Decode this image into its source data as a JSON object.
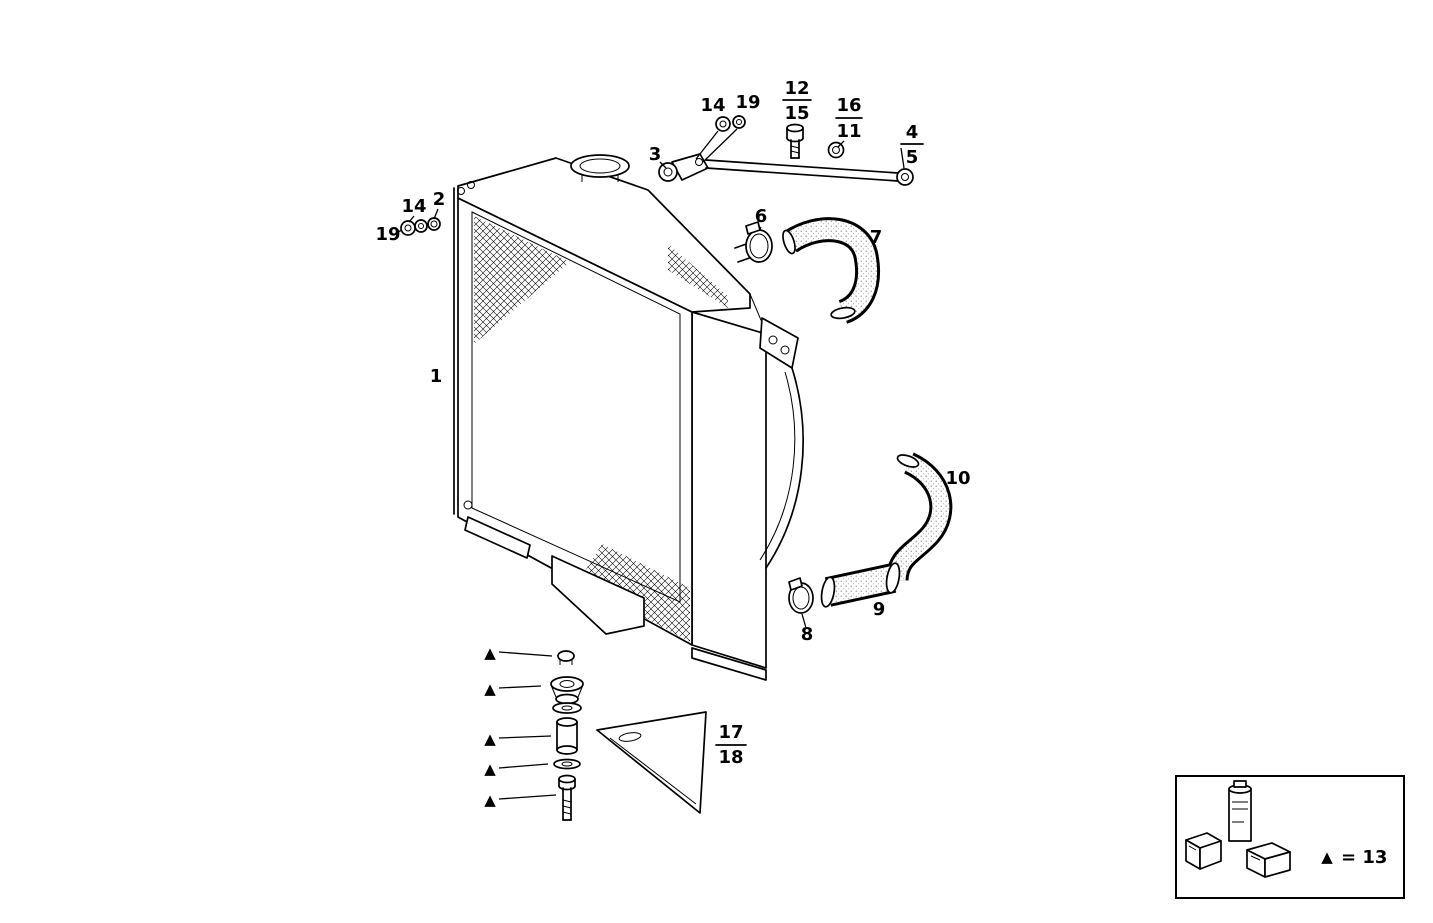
{
  "figure": {
    "background": "#ffffff",
    "ink": "#000000"
  },
  "labels": {
    "p1": "1",
    "p2": "2",
    "p3": "3",
    "p4": "4",
    "p5": "5",
    "p6": "6",
    "p7": "7",
    "p8": "8",
    "p9": "9",
    "p10": "10",
    "p11": "11",
    "p12": "12",
    "p14": "14",
    "p15": "15",
    "p16": "16",
    "p17": "17",
    "p18": "18",
    "p19": "19"
  },
  "legend": {
    "marker": "▲",
    "text": "= 13"
  }
}
